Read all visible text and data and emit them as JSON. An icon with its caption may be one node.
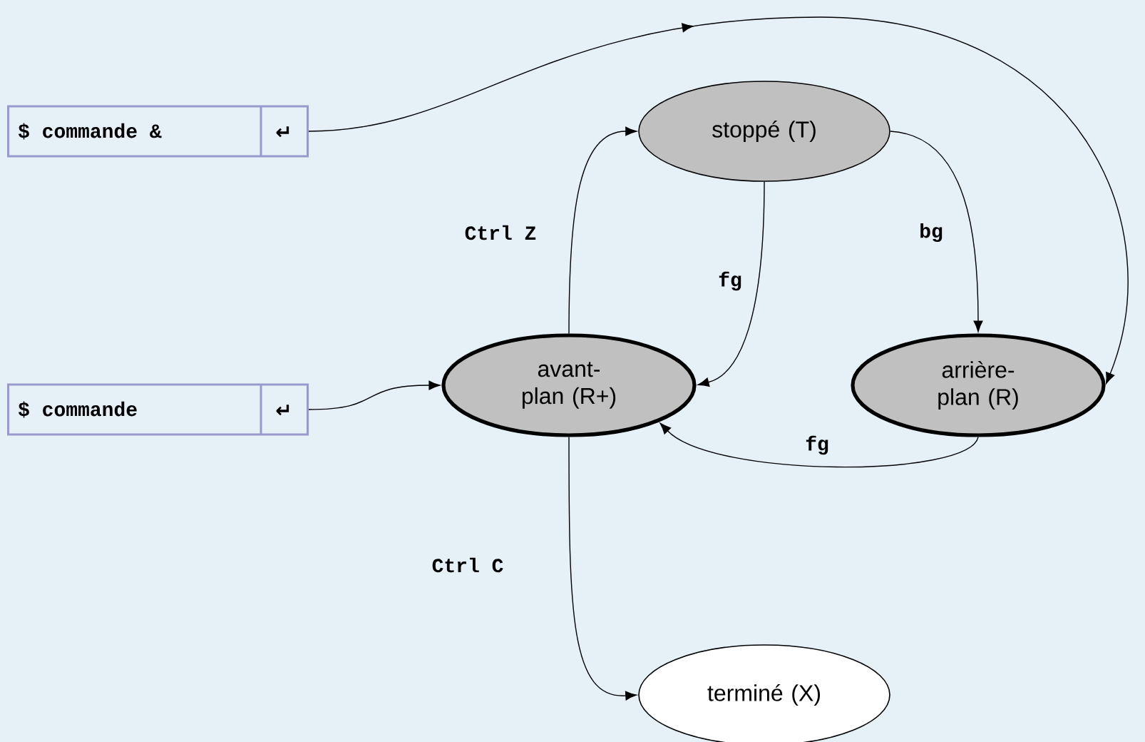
{
  "diagram": {
    "nodes": [
      {
        "text": [
          "$ commande &",
          "↵"
        ]
      },
      {
        "text": [
          "stoppé (T)"
        ]
      },
      {
        "text": [
          "$ commande",
          "↵"
        ]
      },
      {
        "text": [
          "avant-plan (R+)"
        ]
      },
      {
        "text": [
          "arrière-plan (R)"
        ]
      },
      {
        "text": [
          "terminé (X)"
        ]
      }
    ],
    "edges": [
      {
        "from": 0,
        "to": 4,
        "arrow": "to"
      },
      {
        "from": 2,
        "to": 3,
        "arrow": "to"
      },
      {
        "from": 3,
        "to": 1,
        "arrow": "to",
        "label": "Ctrl Z"
      },
      {
        "from": 1,
        "to": 3,
        "arrow": "to",
        "label": "fg"
      },
      {
        "from": 1,
        "to": 4,
        "arrow": "to",
        "label": "bg"
      },
      {
        "from": 4,
        "to": 3,
        "arrow": "to",
        "label": "fg"
      },
      {
        "from": 3,
        "to": 5,
        "arrow": "to",
        "label": "Ctrl C"
      }
    ]
  }
}
